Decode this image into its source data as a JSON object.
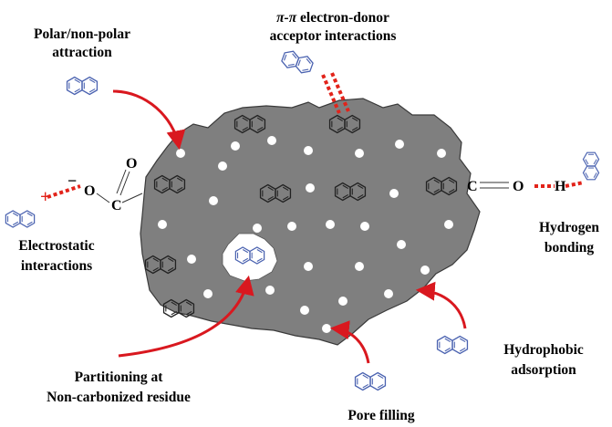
{
  "labels": {
    "polar_line1": "Polar/non-polar",
    "polar_line2": "attraction",
    "pi_symbol": "π-π",
    "pi_line1_rest": " electron-donor",
    "pi_line2": "acceptor interactions",
    "electrostatic_line1": "Electrostatic",
    "electrostatic_line2": "interactions",
    "hbond_line1": "Hydrogen",
    "hbond_line2": "bonding",
    "partition_line1": "Partitioning at",
    "partition_line2": "Non-carbonized residue",
    "hydrophobic_line1": "Hydrophobic",
    "hydrophobic_line2": "adsorption",
    "pore_filling": "Pore filling"
  },
  "chemistry": {
    "left_oxygen": "O",
    "left_carbon": "C",
    "left_carbonyl_oxygen": "O",
    "right_carbon": "C",
    "right_oxygen": "O",
    "hydrogen": "H",
    "plus_sign": "+",
    "minus_sign": "−"
  },
  "colors": {
    "biochar": "#7f7f7f",
    "biochar_outline": "#3a3a3a",
    "arrow": "#d9181f",
    "interaction_dots": "#e2231a",
    "molecule_blue": "#4a62b0",
    "molecule_dark": "#222222",
    "pore": "#ffffff"
  }
}
